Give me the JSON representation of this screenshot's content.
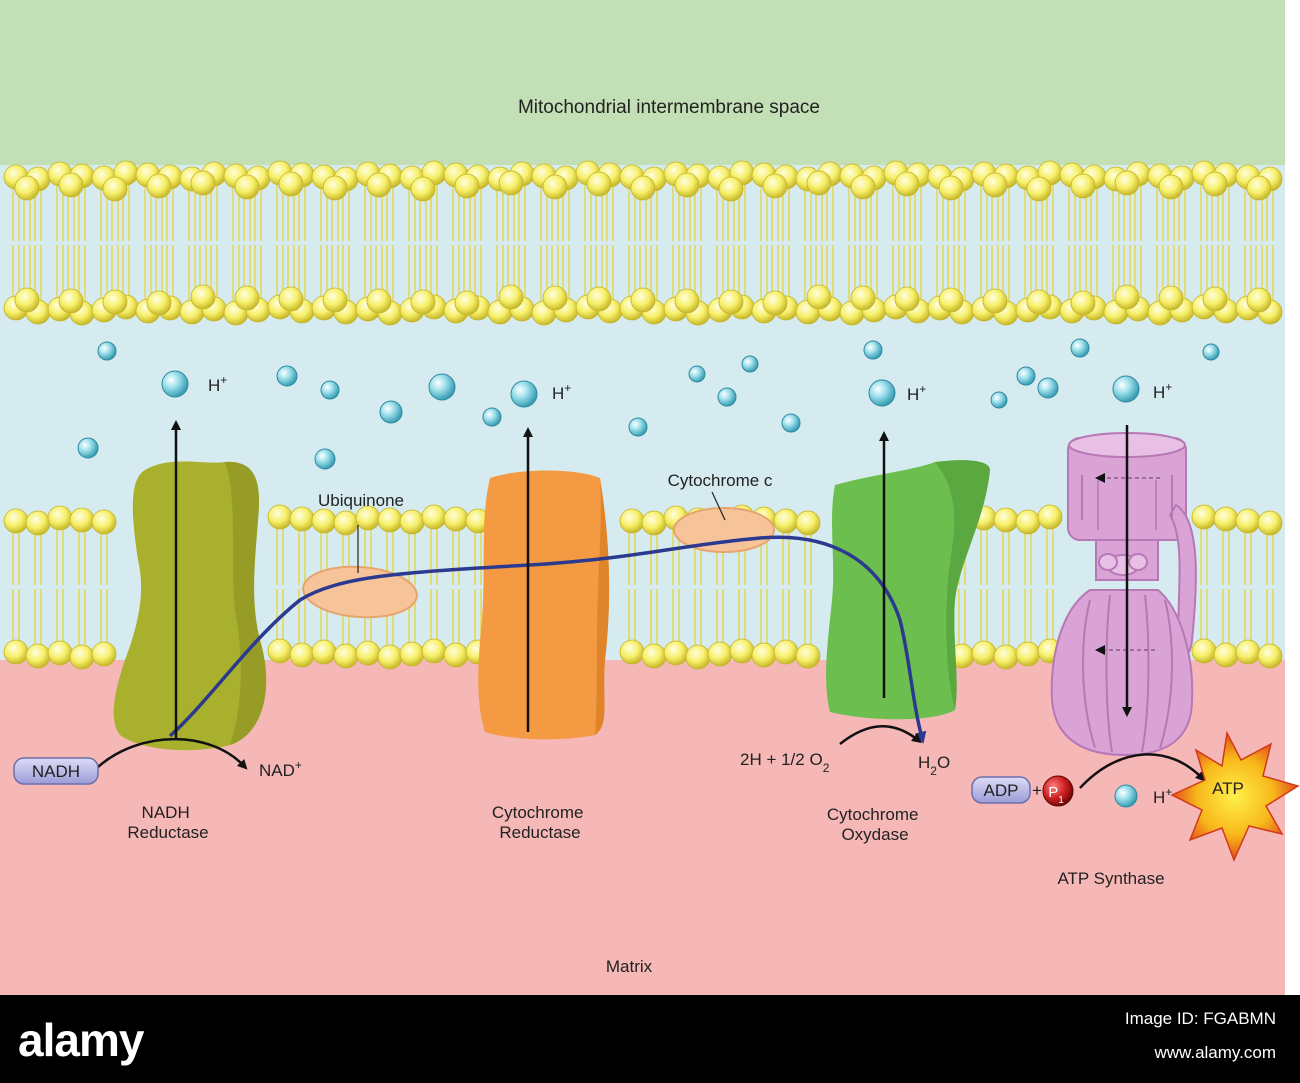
{
  "regions": {
    "intermembrane_space": "Mitochondrial intermembrane space",
    "matrix": "Matrix"
  },
  "complexes": {
    "nadh_reductase": [
      "NADH",
      "Reductase"
    ],
    "cytochrome_reductase": [
      "Cytochrome",
      "Reductase"
    ],
    "cytochrome_oxydase": [
      "Cytochrome",
      "Oxydase"
    ],
    "atp_synthase": "ATP Synthase"
  },
  "carriers": {
    "ubiquinone": "Ubiquinone",
    "cytochrome_c": "Cytochrome c"
  },
  "molecules": {
    "proton": "H",
    "proton_charge": "+",
    "nadh": "NADH",
    "nad_plus": "NAD",
    "nad_plus_charge": "+",
    "oxygen_reaction": "2H + 1/2 O",
    "oxygen_subscript": "2",
    "water": "H",
    "water_subscript": "2",
    "water_o": "O",
    "adp": "ADP",
    "plus": "+",
    "phosphate": "P",
    "phosphate_subscript": "1",
    "atp": "ATP"
  },
  "footer": {
    "logo": "alamy",
    "image_id": "Image ID: FGABMN",
    "site": "www.alamy.com"
  },
  "colors": {
    "intermembrane": "#c3dfb5",
    "membrane_interior": "#d6ebef",
    "matrix": "#f5b8b6",
    "lipid_head": "#f7f06a",
    "electron_path": "#2b3a8f",
    "nadh_reductase": "#a9b02e",
    "cytochrome_reductase": "#f39a43",
    "cytochrome_oxydase": "#6cbf4f",
    "atp_synthase": "#d9a3d6",
    "carrier": "#f7c49a",
    "proton": "#7fd0e0"
  }
}
